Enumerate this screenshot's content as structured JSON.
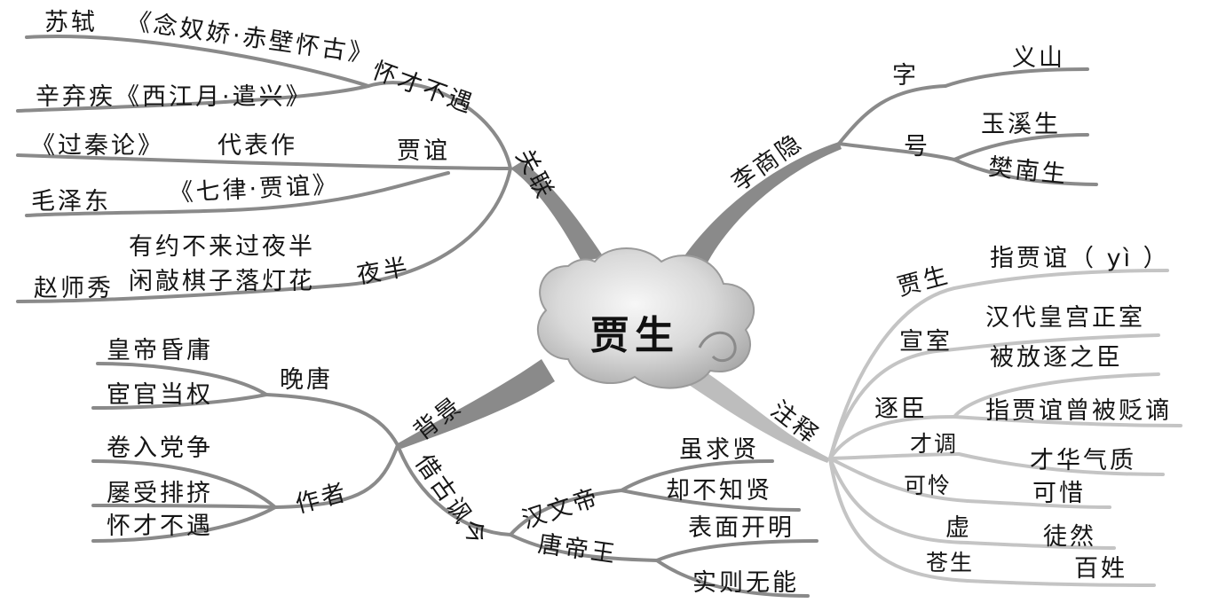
{
  "center": "贾生",
  "li": {
    "main": "李商隐",
    "zi": "字",
    "zi_val": "义山",
    "hao": "号",
    "hao_v1": "玉溪生",
    "hao_v2": "樊南生"
  },
  "guanlian": {
    "main": "关联",
    "huaicai": "怀才不遇",
    "sushi": "苏轼",
    "sushi_work": "《念奴娇·赤壁怀古》",
    "xin": "辛弃疾《西江月·遣兴》",
    "jiayi": "贾谊",
    "daibiao": "代表作",
    "guoqin": "《过秦论》",
    "mao": "毛泽东",
    "qilv": "《七律·贾谊》",
    "yeban": "夜半",
    "poem1": "有约不来过夜半",
    "poem2": "闲敲棋子落灯花",
    "zhao": "赵师秀"
  },
  "zhushi": {
    "main": "注释",
    "jiasheng": "贾生",
    "jiasheng_v": "指贾谊（ yì ）",
    "xuanshi": "宣室",
    "xuanshi_v": "汉代皇宫正室",
    "zhuchen": "逐臣",
    "zhuchen_v1": "被放逐之臣",
    "zhuchen_v2": "指贾谊曾被贬谪",
    "caidiao": "才调",
    "caidiao_v": "才华气质",
    "kelian": "可怜",
    "kelian_v": "可惜",
    "xu": "虚",
    "xu_v": "徒然",
    "cangsheng": "苍生",
    "cangsheng_v": "百姓"
  },
  "beijing": {
    "main": "背景",
    "wantang": "晚唐",
    "w1": "皇帝昏庸",
    "w2": "宦官当权",
    "zuozhe": "作者",
    "z1": "卷入党争",
    "z2": "屡受排挤",
    "z3": "怀才不遇"
  },
  "jiegu": {
    "main": "借古讽今",
    "hanwendi": "汉文帝",
    "h1": "虽求贤",
    "h2": "却不知贤",
    "tangdiwang": "唐帝王",
    "t1": "表面开明",
    "t2": "实则无能"
  }
}
